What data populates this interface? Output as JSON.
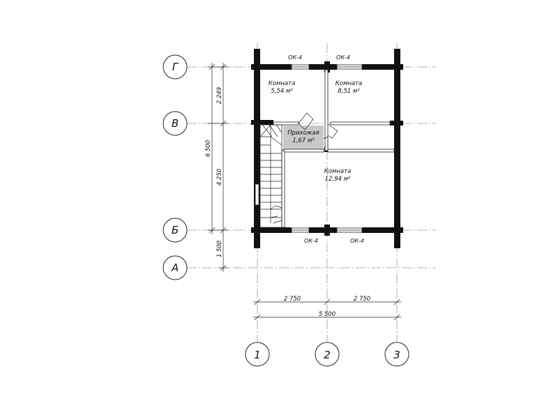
{
  "axes": {
    "letters": [
      "Г",
      "В",
      "Б",
      "А"
    ],
    "numbers": [
      "1",
      "2",
      "3"
    ]
  },
  "dimensions": {
    "left": {
      "seg_g_v": "2 249",
      "seg_v_b": "4 250",
      "seg_b_a": "1 500",
      "total": "6 500"
    },
    "bottom": {
      "seg_1_2": "2 750",
      "seg_2_3": "2 750",
      "total": "5 500"
    }
  },
  "rooms": [
    {
      "name": "Комната",
      "area": "5,54 м²"
    },
    {
      "name": "Комната",
      "area": "8,51 м²"
    },
    {
      "name": "Прихожая",
      "area": "1,67 м²"
    },
    {
      "name": "Комната",
      "area": "12,94 м²"
    }
  ],
  "windows": {
    "top_left": "ОК-4",
    "top_right": "ОК-4",
    "bottom_left": "ОК-4",
    "bottom_right": "ОК-4"
  },
  "colors": {
    "wall": "#111111",
    "hall_fill": "#c8c8c8",
    "grid": "#9a9a9a"
  }
}
